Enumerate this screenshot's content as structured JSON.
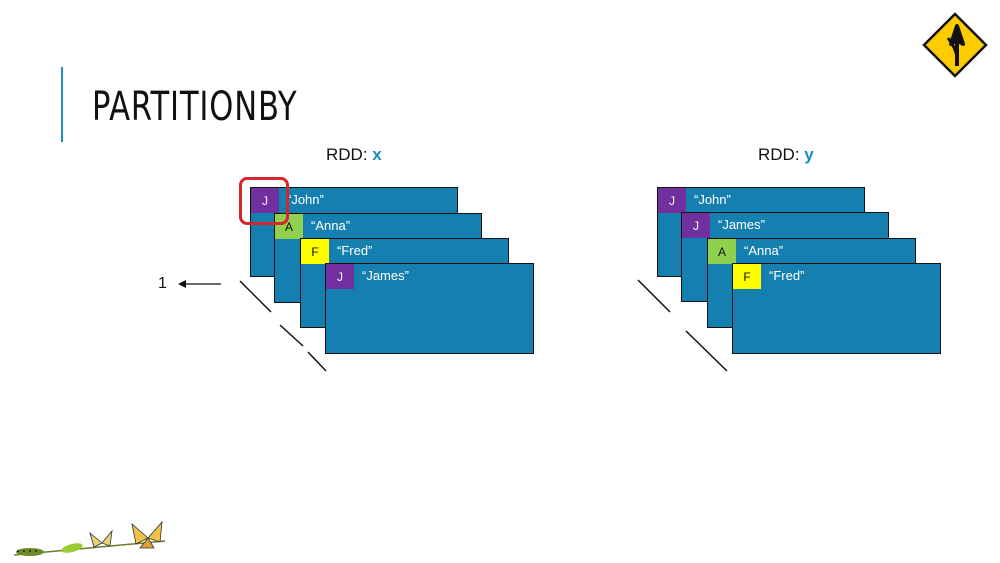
{
  "title": "PARTITIONBY",
  "rdd_x": {
    "prefix": "RDD: ",
    "name": "x",
    "partitions": [
      {
        "badge": "J",
        "value": "“John”"
      },
      {
        "badge": "A",
        "value": "“Anna”"
      },
      {
        "badge": "F",
        "value": "“Fred”"
      },
      {
        "badge": "J",
        "value": "“James”"
      }
    ]
  },
  "rdd_y": {
    "prefix": "RDD: ",
    "name": "y",
    "partitions": [
      {
        "badge": "J",
        "value": "“John”"
      },
      {
        "badge": "J",
        "value": "“James”"
      },
      {
        "badge": "A",
        "value": "“Anna”"
      },
      {
        "badge": "F",
        "value": "“Fred”"
      }
    ]
  },
  "index_label": "1",
  "colors": {
    "partition_fill": "#1580b0",
    "badge_J": "#7030a0",
    "badge_A": "#8fd14f",
    "badge_F": "#ffff00",
    "highlight": "#d7262b",
    "accent": "#1a8cc7"
  },
  "icons": [
    "merge-sign-icon",
    "butterfly-lifecycle-icon"
  ]
}
